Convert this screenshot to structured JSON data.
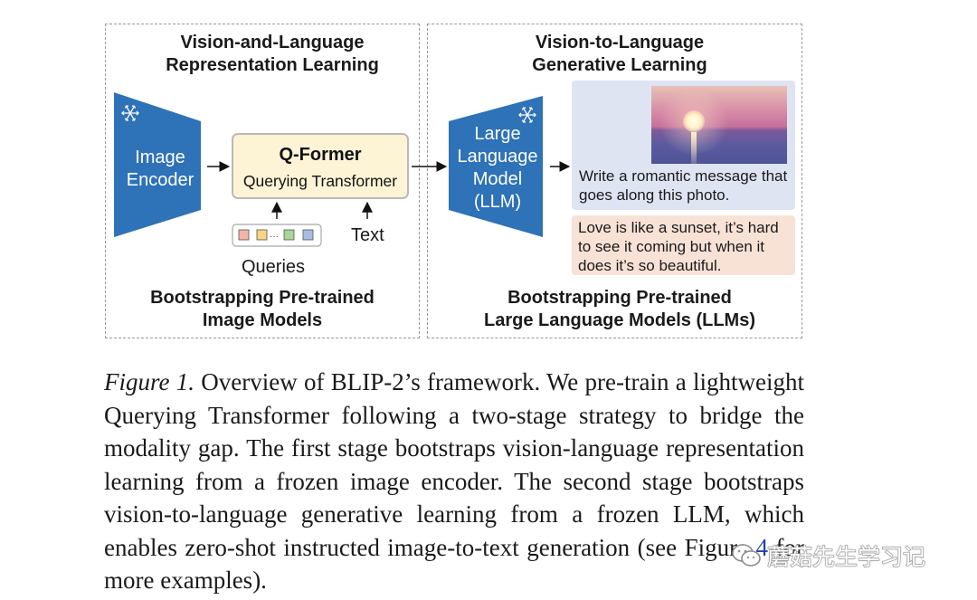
{
  "left_panel": {
    "title_line1": "Vision-and-Language",
    "title_line2": "Representation Learning",
    "footer_line1": "Bootstrapping Pre-trained",
    "footer_line2": "Image Models"
  },
  "right_panel": {
    "title_line1": "Vision-to-Language",
    "title_line2": "Generative Learning",
    "footer_line1": "Bootstrapping Pre-trained",
    "footer_line2": "Large Language Models (LLMs)"
  },
  "image_encoder": {
    "line1": "Image",
    "line2": "Encoder",
    "frozen_icon": "snowflake-icon"
  },
  "qformer": {
    "title": "Q-Former",
    "subtitle": "Querying Transformer"
  },
  "queries_label": "Queries",
  "text_label": "Text",
  "query_token_colors": [
    "#f3b4a6",
    "#f7d585",
    "#a9d49b",
    "#a7bde3"
  ],
  "llm": {
    "line1": "Large",
    "line2": "Language",
    "line3": "Model",
    "line4": "(LLM)",
    "frozen_icon": "snowflake-icon"
  },
  "prompt_text": "Write a romantic message that goes along this photo.",
  "answer_text": "Love is like a sunset, it’s hard to see it coming but when it does it’s so beautiful.",
  "caption": {
    "lead": "Figure 1.",
    "part1": " Overview of BLIP-2’s framework. We pre-train a lightweight Querying Transformer following a two-stage strategy to bridge the modality gap. The first stage bootstraps vision-language representation learning from a frozen image encoder. The second stage bootstraps vision-to-language generative learning from a frozen LLM, which enables zero-shot instructed image-to-text generation (see Figure ",
    "ref": "4",
    "part2": " for more examples)."
  },
  "watermark": "蘑菇先生学习记",
  "colors": {
    "encoder_blue": "#2e72b8",
    "qformer_fill": "#fdf4d6",
    "prompt_fill": "#dfe4f3",
    "answer_fill": "#f8e2d6",
    "link_blue": "#1f44a7"
  }
}
